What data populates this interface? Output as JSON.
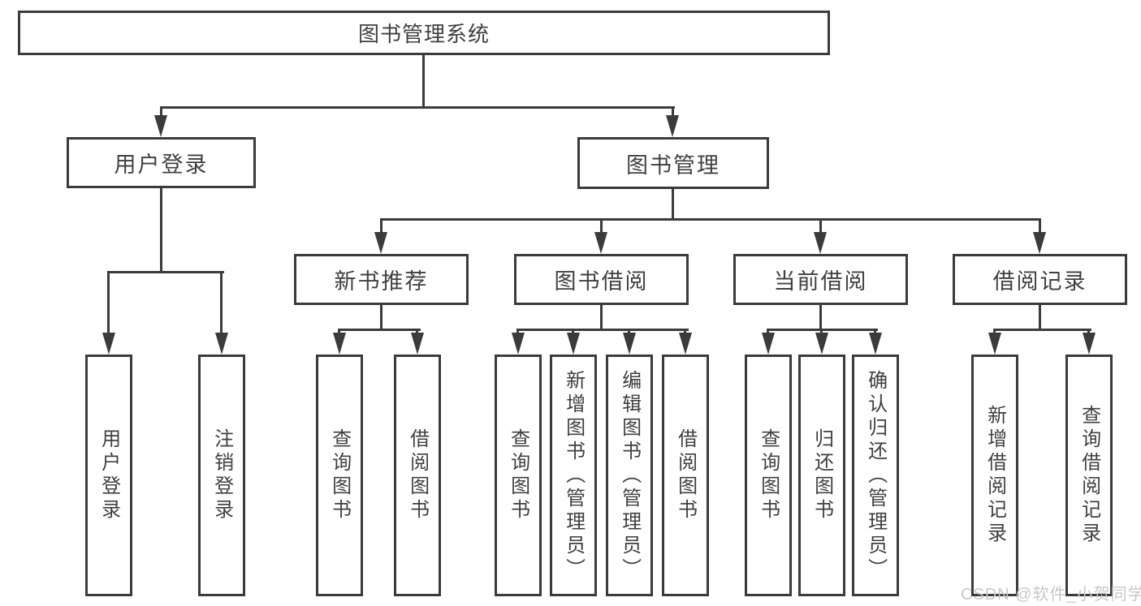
{
  "diagram_title": "图书管理系统",
  "tree": {
    "root": {
      "label": "图书管理系统"
    },
    "branches": [
      {
        "label": "用户登录",
        "children": [
          {
            "label": "用户登录"
          },
          {
            "label": "注销登录"
          }
        ]
      },
      {
        "label": "图书管理",
        "children": [
          {
            "label": "新书推荐",
            "children": [
              {
                "label": "查询图书"
              },
              {
                "label": "借阅图书"
              }
            ]
          },
          {
            "label": "图书借阅",
            "children": [
              {
                "label": "查询图书"
              },
              {
                "label": "新增图书（管理员）"
              },
              {
                "label": "编辑图书（管理员）"
              },
              {
                "label": "借阅图书"
              }
            ]
          },
          {
            "label": "当前借阅",
            "children": [
              {
                "label": "查询图书"
              },
              {
                "label": "归还图书"
              },
              {
                "label": "确认归还（管理员）"
              }
            ]
          },
          {
            "label": "借阅记录",
            "children": [
              {
                "label": "新增借阅记录"
              },
              {
                "label": "查询借阅记录"
              }
            ]
          }
        ]
      }
    ]
  },
  "watermark": "CSDN @软件_小贺同学",
  "colors": {
    "line": "#3b3b3b",
    "text": "#404040",
    "background": "#ffffff",
    "watermark": "#c8c8c8"
  }
}
